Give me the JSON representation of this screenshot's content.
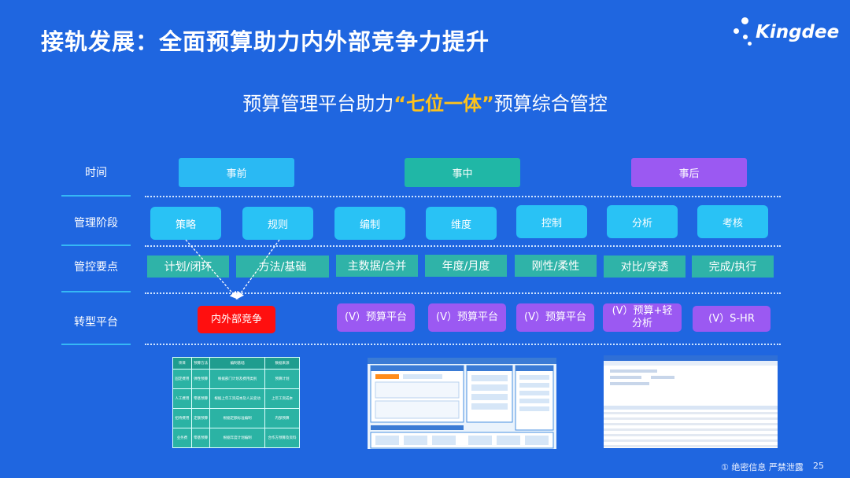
{
  "header": {
    "title": "接轨发展：全面预算助力内外部竞争力提升",
    "logo_text": "Kingdee"
  },
  "subtitle": {
    "prefix": "预算管理平台助力",
    "highlight": "“七位一体”",
    "suffix": "预算综合管控"
  },
  "row_labels": {
    "time": "时间",
    "stage": "管理阶段",
    "points": "管控要点",
    "platform": "转型平台"
  },
  "phases": [
    {
      "label": "事前",
      "color": "#2ab9f3"
    },
    {
      "label": "事中",
      "color": "#20b7a6"
    },
    {
      "label": "事后",
      "color": "#9b59f2"
    }
  ],
  "stages": [
    "策略",
    "规则",
    "编制",
    "维度",
    "控制",
    "分析",
    "考核"
  ],
  "points": [
    "计划/闭环",
    "方法/基础",
    "主数据/合并",
    "年度/月度",
    "刚性/柔性",
    "对比/穿透",
    "完成/执行"
  ],
  "platforms": {
    "highlight": {
      "label": "内外部竞争",
      "color": "#ff0f0f"
    },
    "items": [
      "(V）预算平台",
      "(V）预算平台",
      "(V）预算平台",
      "(V）预算+轻分析",
      "(V）S-HR"
    ]
  },
  "thumb_table": {
    "headers": [
      "项目",
      "预算方法",
      "编制基础",
      "数据来源"
    ],
    "rows": [
      [
        "固定费用",
        "弹性预算",
        "根据部门计划及费用类别",
        "预算计划"
      ],
      [
        "人工费用",
        "零基预算",
        "根据上年工资成本及人员变动",
        "上年工资成本"
      ],
      [
        "招待费用",
        "定额预算",
        "根据定额标准编制",
        "内部预算"
      ],
      [
        "业务费",
        "零基预算",
        "根据年度计划编制",
        "合作方预算及资料"
      ]
    ]
  },
  "footer": {
    "confidential": "① 绝密信息 严禁泄露",
    "page": "25"
  }
}
